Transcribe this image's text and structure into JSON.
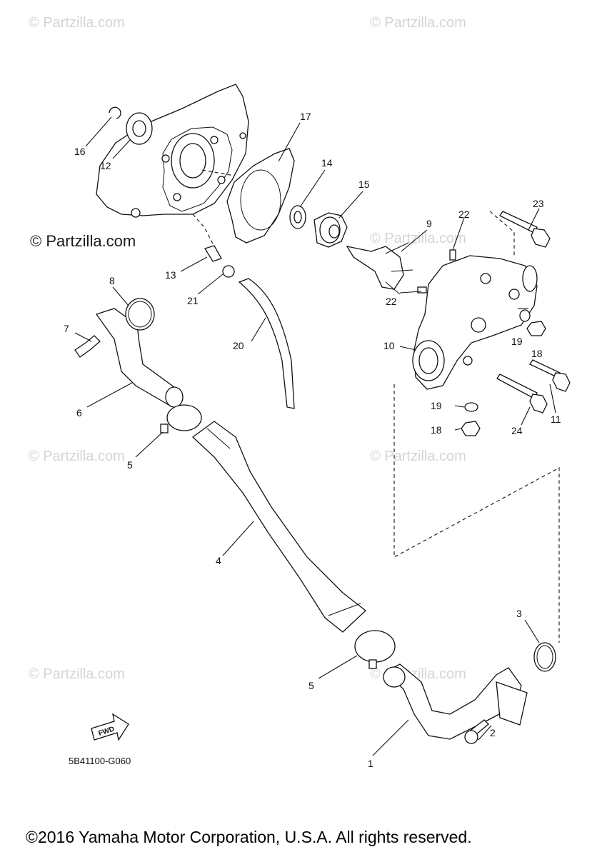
{
  "watermarks": {
    "faint": "© Partzilla.com",
    "main": "© Partzilla.com"
  },
  "callouts": {
    "c1": "1",
    "c2": "2",
    "c3": "3",
    "c4": "4",
    "c5a": "5",
    "c5b": "5",
    "c6": "6",
    "c7": "7",
    "c8": "8",
    "c9": "9",
    "c10": "10",
    "c11": "11",
    "c12": "12",
    "c13": "13",
    "c14": "14",
    "c15": "15",
    "c16": "16",
    "c17": "17",
    "c18a": "18",
    "c18b": "18",
    "c19a": "19",
    "c19b": "19",
    "c20": "20",
    "c21": "21",
    "c22a": "22",
    "c22b": "22",
    "c23": "23",
    "c24": "24"
  },
  "fwd_label": "FWD",
  "diagram_code": "5B41100-G060",
  "copyright": "©2016 Yamaha Motor Corporation, U.S.A. All rights reserved."
}
